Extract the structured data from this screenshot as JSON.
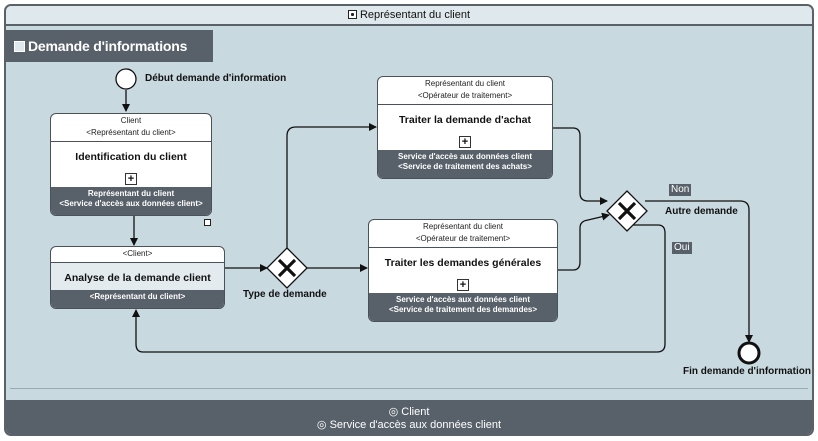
{
  "pool": {
    "title": "Représentant du client",
    "lane_title": "Demande d'informations",
    "footer_line1": "Client",
    "footer_line2": "Service d'accès aux données client"
  },
  "events": {
    "start": "Début demande d'information",
    "end": "Fin demande d'information"
  },
  "tasks": {
    "identification": {
      "role1": "Client",
      "role2": "<Représentant du client>",
      "name": "Identification du client",
      "perf1": "Représentant du client",
      "perf2": "<Service d'accès aux données client>"
    },
    "analyse": {
      "role1": "<Client>",
      "name": "Analyse de la demande client",
      "perf1": "<Représentant du client>"
    },
    "achat": {
      "role1": "Représentant du client",
      "role2": "<Opérateur de traitement>",
      "name": "Traiter la demande d'achat",
      "perf1": "Service d'accès aux données client",
      "perf2": "<Service de traitement des achats>"
    },
    "generales": {
      "role1": "Représentant du client",
      "role2": "<Opérateur de traitement>",
      "name": "Traiter les demandes générales",
      "perf1": "Service d'accès aux données client",
      "perf2": "<Service de traitement des demandes>"
    }
  },
  "gateways": {
    "type": "Type de demande",
    "autre": "Autre demande"
  },
  "flow_labels": {
    "non": "Non",
    "oui": "Oui"
  }
}
